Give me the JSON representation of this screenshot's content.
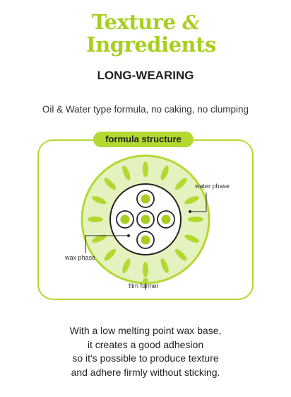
{
  "heading": {
    "line1_word": "Texture",
    "line1_amp": "&",
    "line2": "Ingredients"
  },
  "subtitle": "LONG-WEARING",
  "description": "Oil & Water type formula, no caking, no clumping",
  "diagram": {
    "pill_label": "formula structure",
    "label_water": "water phase",
    "label_wax": "wax phase",
    "label_film": "flim former"
  },
  "bottom_text": [
    "With a low melting point wax base,",
    "it creates a good adhesion",
    "so it's possible to produce texture",
    "and adhere firmly without sticking."
  ],
  "colors": {
    "accent": "#a8cf1f",
    "accent_light": "#e4f2c0",
    "line": "#b3d930"
  }
}
